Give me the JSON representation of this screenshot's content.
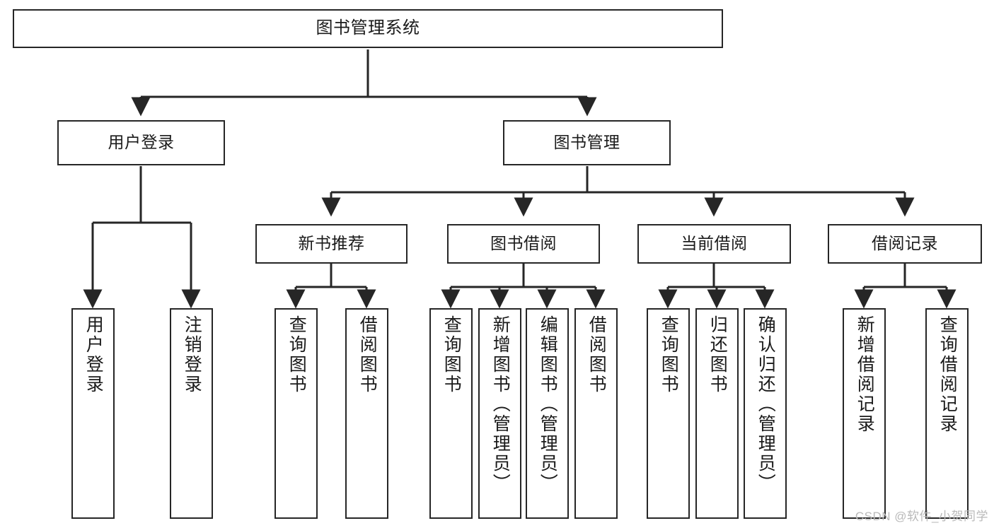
{
  "diagram": {
    "type": "tree-hierarchy-chart",
    "title": "图书管理系统",
    "line_color": "#262626",
    "text_color": "#1a1a1a",
    "background": "#ffffff",
    "nodes": {
      "root": {
        "label": "图书管理系统"
      },
      "level2": [
        {
          "label": "用户登录"
        },
        {
          "label": "图书管理"
        }
      ],
      "level3": [
        {
          "label": "新书推荐"
        },
        {
          "label": "图书借阅"
        },
        {
          "label": "当前借阅"
        },
        {
          "label": "借阅记录"
        }
      ],
      "leaves": [
        {
          "label": "用户登录",
          "parent": "用户登录"
        },
        {
          "label": "注销登录",
          "parent": "用户登录"
        },
        {
          "label": "查询图书",
          "parent": "新书推荐"
        },
        {
          "label": "借阅图书",
          "parent": "新书推荐"
        },
        {
          "label": "查询图书",
          "parent": "图书借阅"
        },
        {
          "label": "新增图书（管理员）",
          "parent": "图书借阅"
        },
        {
          "label": "编辑图书（管理员）",
          "parent": "图书借阅"
        },
        {
          "label": "借阅图书",
          "parent": "图书借阅"
        },
        {
          "label": "查询图书",
          "parent": "当前借阅"
        },
        {
          "label": "归还图书",
          "parent": "当前借阅"
        },
        {
          "label": "确认归还（管理员）",
          "parent": "当前借阅"
        },
        {
          "label": "新增借阅记录",
          "parent": "借阅记录"
        },
        {
          "label": "查询借阅记录",
          "parent": "借阅记录"
        }
      ]
    },
    "watermark": "CSDN @软件_小贺同学"
  }
}
